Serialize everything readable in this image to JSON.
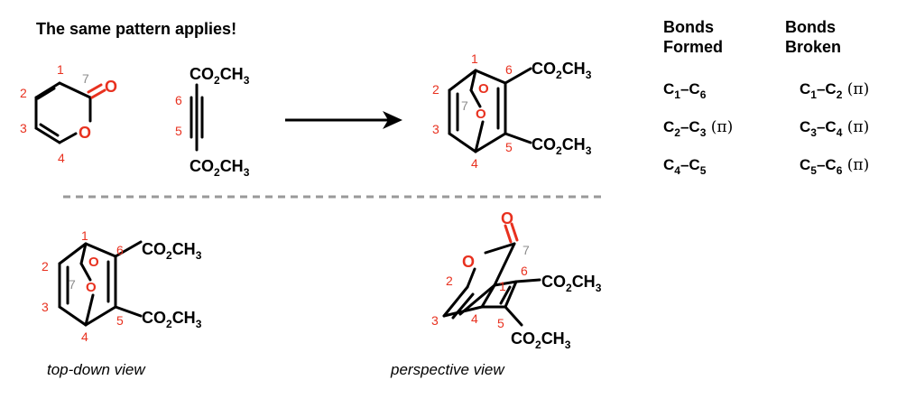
{
  "title": "The same pattern applies!",
  "pyrone": {
    "oxygen_carbonyl": "O",
    "oxygen_ring": "O",
    "numbers": [
      "1",
      "2",
      "3",
      "4"
    ],
    "number7": "7"
  },
  "alkyne": {
    "top_group": "CO2CH3",
    "bottom_group": "CO2CH3",
    "numbers": [
      "6",
      "5"
    ]
  },
  "product": {
    "numbers": [
      "1",
      "2",
      "3",
      "4",
      "5",
      "6"
    ],
    "number7": "7",
    "oxygen_top": "O",
    "oxygen_bottom": "O",
    "group_top": "CO2CH3",
    "group_bottom": "CO2CH3"
  },
  "table": {
    "formed_header": "Bonds Formed",
    "broken_header": "Bonds Broken",
    "formed": [
      {
        "a": "C",
        "a_sub": "1",
        "b": "C",
        "b_sub": "6",
        "pi": ""
      },
      {
        "a": "C",
        "a_sub": "2",
        "b": "C",
        "b_sub": "3",
        "pi": "(π)"
      },
      {
        "a": "C",
        "a_sub": "4",
        "b": "C",
        "b_sub": "5",
        "pi": ""
      }
    ],
    "broken": [
      {
        "a": "C",
        "a_sub": "1",
        "b": "C",
        "b_sub": "2",
        "pi": "(π)"
      },
      {
        "a": "C",
        "a_sub": "3",
        "b": "C",
        "b_sub": "4",
        "pi": "(π)"
      },
      {
        "a": "C",
        "a_sub": "5",
        "b": "C",
        "b_sub": "6",
        "pi": "(π)"
      }
    ]
  },
  "topdown": {
    "caption": "top-down view",
    "numbers": [
      "1",
      "2",
      "3",
      "4",
      "5",
      "6"
    ],
    "number7": "7",
    "group_top": "CO2CH3",
    "group_bottom": "CO2CH3"
  },
  "perspective": {
    "caption": "perspective view",
    "numbers": [
      "1",
      "2",
      "3",
      "4",
      "5",
      "6"
    ],
    "number7": "7",
    "group_top": "CO2CH3",
    "group_bottom": "CO2CH3"
  },
  "colors": {
    "accent_red": "#e8311f",
    "gray_label": "#8c8c8c",
    "divider": "#999999"
  }
}
